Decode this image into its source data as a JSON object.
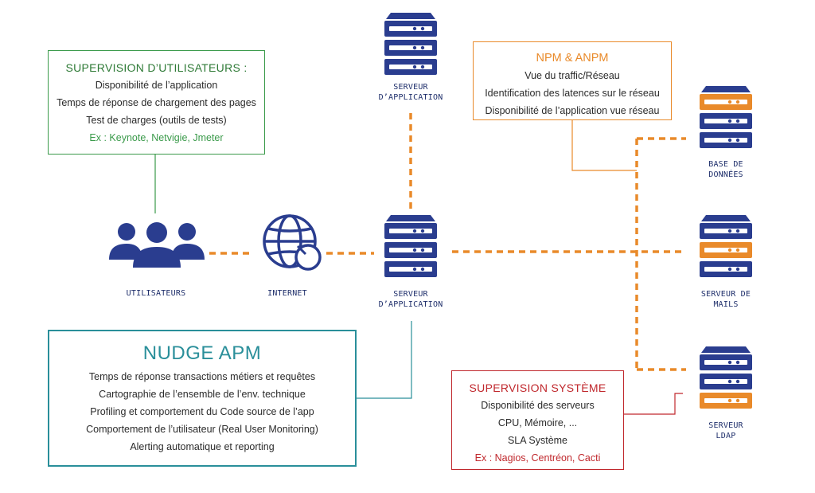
{
  "colors": {
    "navy": "#2a3d8f",
    "orange": "#e98a2a",
    "green": "#3a9a4a",
    "teal": "#2a8f9a",
    "red": "#c0282d",
    "dark_text": "#2b2b2b"
  },
  "supervision_utilisateurs": {
    "title": "SUPERVISION D’UTILISATEURS :",
    "lines": [
      "Disponibilité de l’application",
      "Temps de réponse de chargement des pages",
      "Test de charges (outils de tests)"
    ],
    "example": "Ex : Keynote, Netvigie, Jmeter"
  },
  "npm_anpm": {
    "title": "NPM & ANPM",
    "lines": [
      "Vue du traffic/Réseau",
      "Identification des latences sur le réseau",
      "Disponibilité de l’application vue réseau"
    ]
  },
  "nudge_apm": {
    "title": "NUDGE APM",
    "lines": [
      "Temps de réponse transactions métiers et requêtes",
      "Cartographie de l’ensemble de l’env. technique",
      "Profiling et comportement du Code source de l’app",
      "Comportement de l’utilisateur (Real User Monitoring)",
      "Alerting automatique et reporting"
    ]
  },
  "supervision_systeme": {
    "title": "SUPERVISION SYSTÈME",
    "lines": [
      "Disponibilité des serveurs",
      "CPU, Mémoire, ...",
      "SLA Système"
    ],
    "example": "Ex : Nagios, Centréon, Cacti"
  },
  "nodes": {
    "utilisateurs": "UTILISATEURS",
    "internet": "INTERNET",
    "serveur_app_top": [
      "SERVEUR",
      "D’APPLICATION"
    ],
    "serveur_app_mid": [
      "SERVEUR",
      "D’APPLICATION"
    ],
    "base_donnees": [
      "BASE DE",
      "DONNÉES"
    ],
    "serveur_mails": [
      "SERVEUR DE",
      "MAILS"
    ],
    "serveur_ldap": [
      "SERVEUR",
      "LDAP"
    ]
  },
  "icons": [
    "users-icon",
    "globe-icon",
    "server-icon"
  ]
}
